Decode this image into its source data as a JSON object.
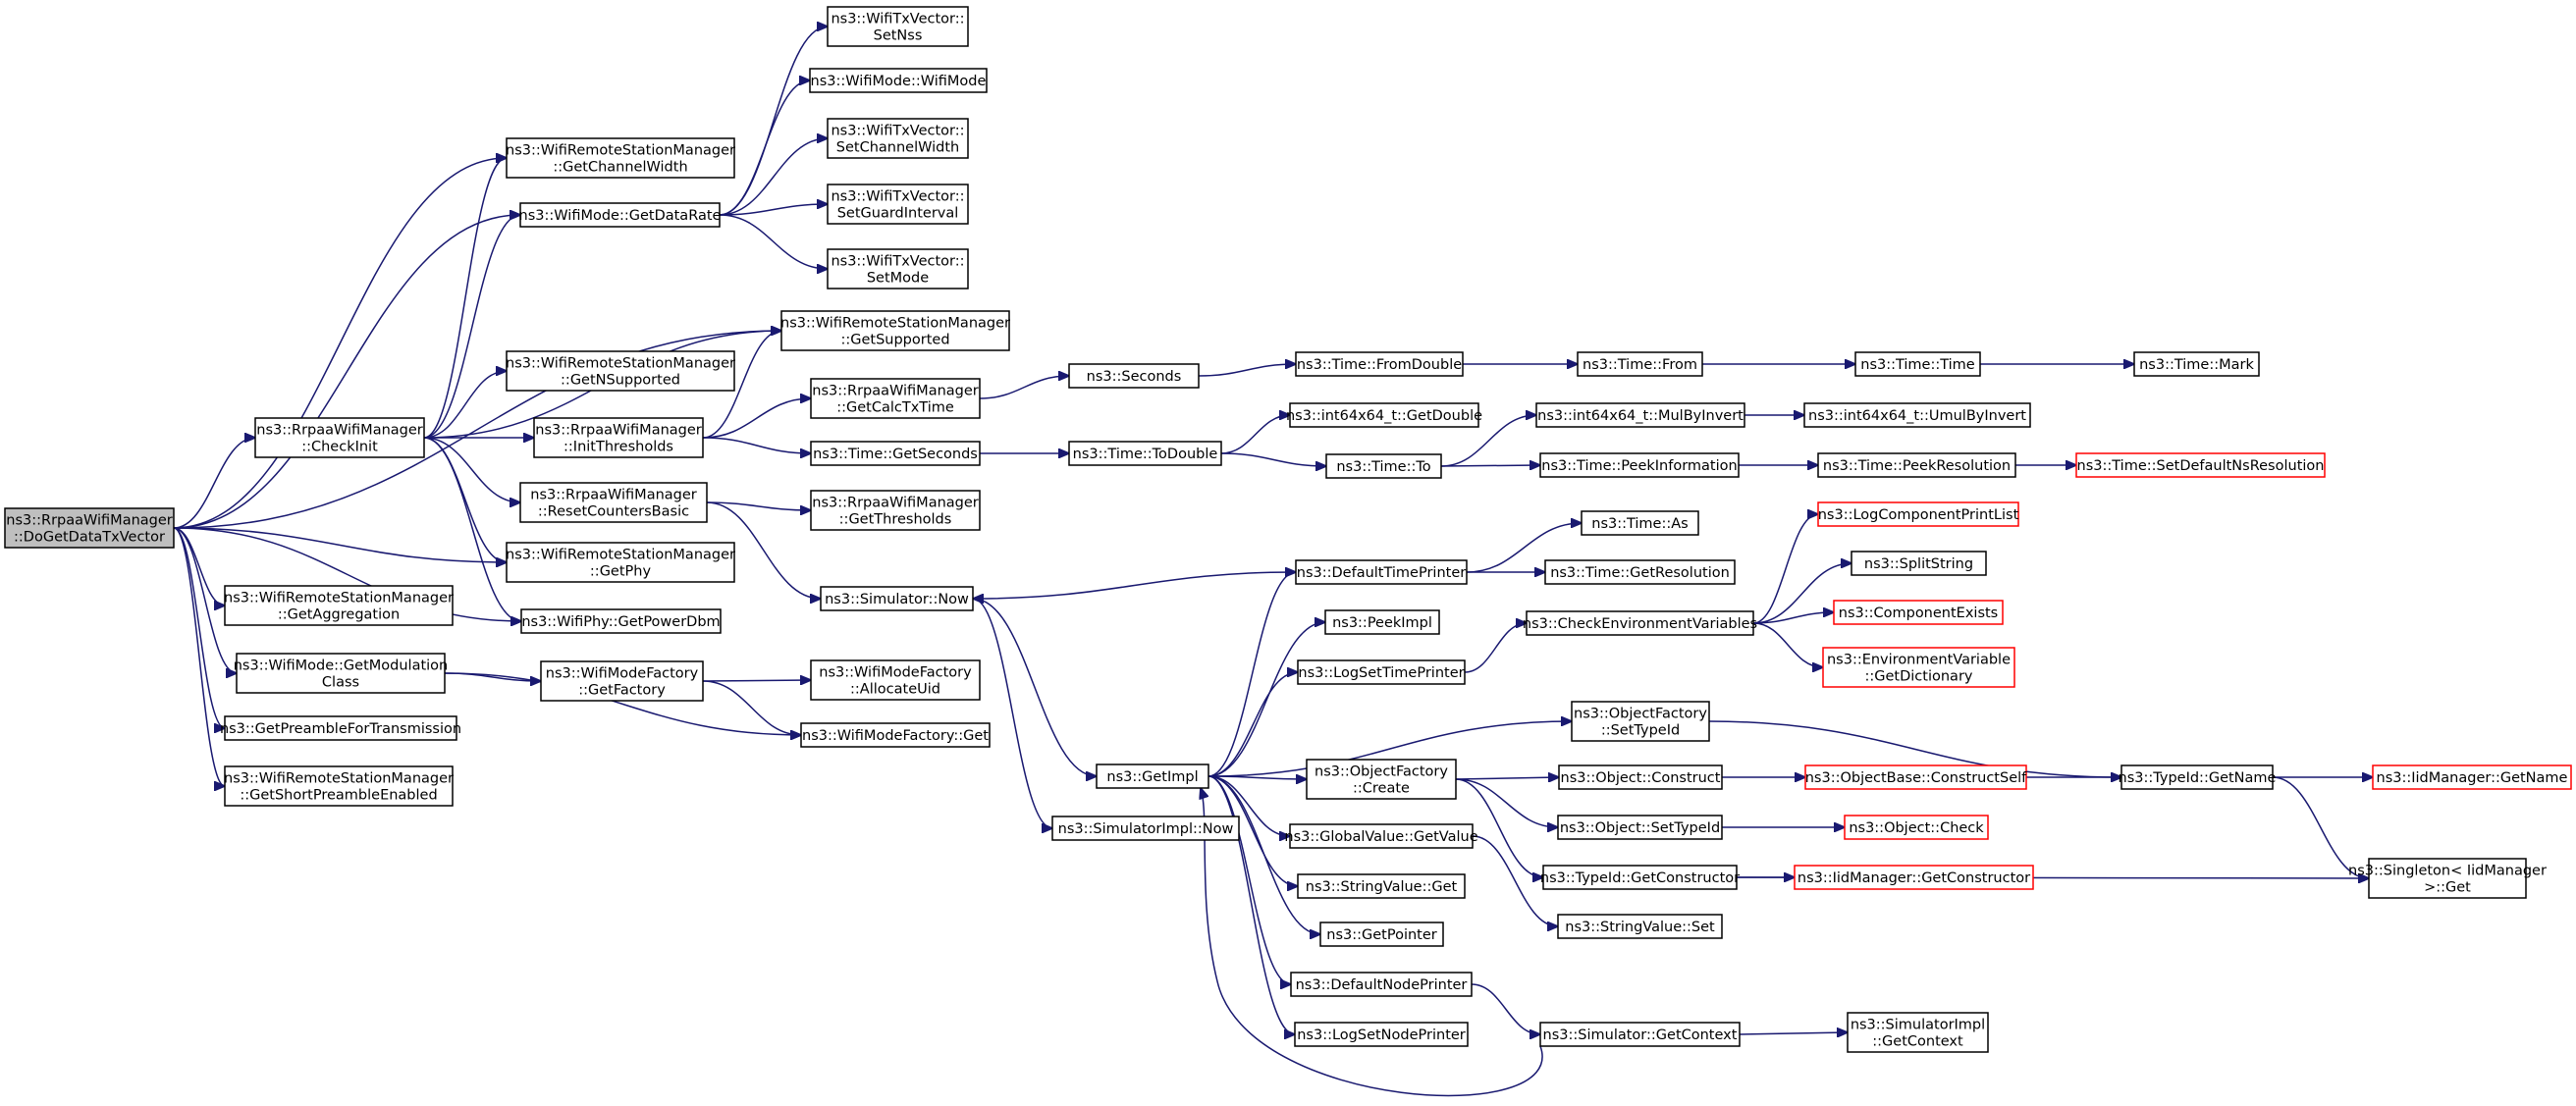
{
  "nodes": [
    {
      "id": "root",
      "lines": [
        "ns3::RrpaaWifiManager",
        "::DoGetDataTxVector"
      ],
      "style": "root"
    },
    {
      "id": "checkinit",
      "lines": [
        "ns3::RrpaaWifiManager",
        "::CheckInit"
      ],
      "style": "normal"
    },
    {
      "id": "getchannelwidth",
      "lines": [
        "ns3::WifiRemoteStationManager",
        "::GetChannelWidth"
      ],
      "style": "normal"
    },
    {
      "id": "getdatarate",
      "lines": [
        "ns3::WifiMode::GetDataRate"
      ],
      "style": "normal"
    },
    {
      "id": "setnss",
      "lines": [
        "ns3::WifiTxVector::",
        "SetNss"
      ],
      "style": "normal"
    },
    {
      "id": "wifimode",
      "lines": [
        "ns3::WifiMode::WifiMode"
      ],
      "style": "normal"
    },
    {
      "id": "setchannelwidth",
      "lines": [
        "ns3::WifiTxVector::",
        "SetChannelWidth"
      ],
      "style": "normal"
    },
    {
      "id": "setguardinterval",
      "lines": [
        "ns3::WifiTxVector::",
        "SetGuardInterval"
      ],
      "style": "normal"
    },
    {
      "id": "setmode",
      "lines": [
        "ns3::WifiTxVector::",
        "SetMode"
      ],
      "style": "normal"
    },
    {
      "id": "getsupported",
      "lines": [
        "ns3::WifiRemoteStationManager",
        "::GetSupported"
      ],
      "style": "normal"
    },
    {
      "id": "getnsupported",
      "lines": [
        "ns3::WifiRemoteStationManager",
        "::GetNSupported"
      ],
      "style": "normal"
    },
    {
      "id": "initthresholds",
      "lines": [
        "ns3::RrpaaWifiManager",
        "::InitThresholds"
      ],
      "style": "normal"
    },
    {
      "id": "getcalctxtime",
      "lines": [
        "ns3::RrpaaWifiManager",
        "::GetCalcTxTime"
      ],
      "style": "normal"
    },
    {
      "id": "timegetseconds",
      "lines": [
        "ns3::Time::GetSeconds"
      ],
      "style": "normal"
    },
    {
      "id": "resetcountersbasic",
      "lines": [
        "ns3::RrpaaWifiManager",
        "::ResetCountersBasic"
      ],
      "style": "normal"
    },
    {
      "id": "getthresholds",
      "lines": [
        "ns3::RrpaaWifiManager",
        "::GetThresholds"
      ],
      "style": "normal"
    },
    {
      "id": "getphy",
      "lines": [
        "ns3::WifiRemoteStationManager",
        "::GetPhy"
      ],
      "style": "normal"
    },
    {
      "id": "getaggregation",
      "lines": [
        "ns3::WifiRemoteStationManager",
        "::GetAggregation"
      ],
      "style": "normal"
    },
    {
      "id": "getpowerdbm",
      "lines": [
        "ns3::WifiPhy::GetPowerDbm"
      ],
      "style": "normal"
    },
    {
      "id": "getmodulationclass",
      "lines": [
        "ns3::WifiMode::GetModulation",
        "Class"
      ],
      "style": "normal"
    },
    {
      "id": "getfactory",
      "lines": [
        "ns3::WifiModeFactory",
        "::GetFactory"
      ],
      "style": "normal"
    },
    {
      "id": "allocateuid",
      "lines": [
        "ns3::WifiModeFactory",
        "::AllocateUid"
      ],
      "style": "normal"
    },
    {
      "id": "wifimodefactoryget",
      "lines": [
        "ns3::WifiModeFactory::Get"
      ],
      "style": "normal"
    },
    {
      "id": "getpreamble",
      "lines": [
        "ns3::GetPreambleForTransmission"
      ],
      "style": "normal"
    },
    {
      "id": "getshortpreamble",
      "lines": [
        "ns3::WifiRemoteStationManager",
        "::GetShortPreambleEnabled"
      ],
      "style": "normal"
    },
    {
      "id": "seconds",
      "lines": [
        "ns3::Seconds"
      ],
      "style": "normal"
    },
    {
      "id": "fromdouble",
      "lines": [
        "ns3::Time::FromDouble"
      ],
      "style": "normal"
    },
    {
      "id": "timefrom",
      "lines": [
        "ns3::Time::From"
      ],
      "style": "normal"
    },
    {
      "id": "timetime",
      "lines": [
        "ns3::Time::Time"
      ],
      "style": "normal"
    },
    {
      "id": "timemark",
      "lines": [
        "ns3::Time::Mark"
      ],
      "style": "normal"
    },
    {
      "id": "todouble",
      "lines": [
        "ns3::Time::ToDouble"
      ],
      "style": "normal"
    },
    {
      "id": "int64getdouble",
      "lines": [
        "ns3::int64x64_t::GetDouble"
      ],
      "style": "normal"
    },
    {
      "id": "timeto",
      "lines": [
        "ns3::Time::To"
      ],
      "style": "normal"
    },
    {
      "id": "mulbyinvert",
      "lines": [
        "ns3::int64x64_t::MulByInvert"
      ],
      "style": "normal"
    },
    {
      "id": "umulbyinvert",
      "lines": [
        "ns3::int64x64_t::UmulByInvert"
      ],
      "style": "normal"
    },
    {
      "id": "peekinformation",
      "lines": [
        "ns3::Time::PeekInformation"
      ],
      "style": "normal"
    },
    {
      "id": "peekresolution",
      "lines": [
        "ns3::Time::PeekResolution"
      ],
      "style": "normal"
    },
    {
      "id": "setdefaultnsresolution",
      "lines": [
        "ns3::Time::SetDefaultNsResolution"
      ],
      "style": "red"
    },
    {
      "id": "simulatornow",
      "lines": [
        "ns3::Simulator::Now"
      ],
      "style": "normal"
    },
    {
      "id": "getimpl",
      "lines": [
        "ns3::GetImpl"
      ],
      "style": "normal"
    },
    {
      "id": "simulatorimplnow",
      "lines": [
        "ns3::SimulatorImpl::Now"
      ],
      "style": "normal"
    },
    {
      "id": "defaulttimeprinter",
      "lines": [
        "ns3::DefaultTimePrinter"
      ],
      "style": "normal"
    },
    {
      "id": "timeas",
      "lines": [
        "ns3::Time::As"
      ],
      "style": "normal"
    },
    {
      "id": "timegetresolution",
      "lines": [
        "ns3::Time::GetResolution"
      ],
      "style": "normal"
    },
    {
      "id": "peekimpl",
      "lines": [
        "ns3::PeekImpl"
      ],
      "style": "normal"
    },
    {
      "id": "logsettimeprinter",
      "lines": [
        "ns3::LogSetTimePrinter"
      ],
      "style": "normal"
    },
    {
      "id": "checkenvvars",
      "lines": [
        "ns3::CheckEnvironmentVariables"
      ],
      "style": "normal"
    },
    {
      "id": "logcomponentprintlist",
      "lines": [
        "ns3::LogComponentPrintList"
      ],
      "style": "red"
    },
    {
      "id": "splitstring",
      "lines": [
        "ns3::SplitString"
      ],
      "style": "normal"
    },
    {
      "id": "componentexists",
      "lines": [
        "ns3::ComponentExists"
      ],
      "style": "red"
    },
    {
      "id": "envvargetdict",
      "lines": [
        "ns3::EnvironmentVariable",
        "::GetDictionary"
      ],
      "style": "red"
    },
    {
      "id": "objfactorysettypeid",
      "lines": [
        "ns3::ObjectFactory",
        "::SetTypeId"
      ],
      "style": "normal"
    },
    {
      "id": "objfactorycreate",
      "lines": [
        "ns3::ObjectFactory",
        "::Create"
      ],
      "style": "normal"
    },
    {
      "id": "objectconstruct",
      "lines": [
        "ns3::Object::Construct"
      ],
      "style": "normal"
    },
    {
      "id": "constructself",
      "lines": [
        "ns3::ObjectBase::ConstructSelf"
      ],
      "style": "red"
    },
    {
      "id": "typeidgetname",
      "lines": [
        "ns3::TypeId::GetName"
      ],
      "style": "normal"
    },
    {
      "id": "iidmanagergetname",
      "lines": [
        "ns3::IidManager::GetName"
      ],
      "style": "red"
    },
    {
      "id": "objectsettypeid",
      "lines": [
        "ns3::Object::SetTypeId"
      ],
      "style": "normal"
    },
    {
      "id": "objectcheck",
      "lines": [
        "ns3::Object::Check"
      ],
      "style": "red"
    },
    {
      "id": "globalvaluegetvalue",
      "lines": [
        "ns3::GlobalValue::GetValue"
      ],
      "style": "normal"
    },
    {
      "id": "typeidgetconstructor",
      "lines": [
        "ns3::TypeId::GetConstructor"
      ],
      "style": "normal"
    },
    {
      "id": "iidmanagergetconstructor",
      "lines": [
        "ns3::IidManager::GetConstructor"
      ],
      "style": "red"
    },
    {
      "id": "singletonget",
      "lines": [
        "ns3::Singleton< IidManager",
        " >::Get"
      ],
      "style": "normal"
    },
    {
      "id": "stringvalueget",
      "lines": [
        "ns3::StringValue::Get"
      ],
      "style": "normal"
    },
    {
      "id": "stringvalueset",
      "lines": [
        "ns3::StringValue::Set"
      ],
      "style": "normal"
    },
    {
      "id": "getpointer",
      "lines": [
        "ns3::GetPointer"
      ],
      "style": "normal"
    },
    {
      "id": "defaultnodeprinter",
      "lines": [
        "ns3::DefaultNodePrinter"
      ],
      "style": "normal"
    },
    {
      "id": "logsetnodeprinter",
      "lines": [
        "ns3::LogSetNodePrinter"
      ],
      "style": "normal"
    },
    {
      "id": "simulatorgetcontext",
      "lines": [
        "ns3::Simulator::GetContext"
      ],
      "style": "normal"
    },
    {
      "id": "simulatorimplgetcontext",
      "lines": [
        "ns3::SimulatorImpl",
        "::GetContext"
      ],
      "style": "normal"
    }
  ],
  "edges": [
    [
      "root",
      "getchannelwidth"
    ],
    [
      "root",
      "getdatarate"
    ],
    [
      "root",
      "getsupported"
    ],
    [
      "root",
      "checkinit"
    ],
    [
      "root",
      "getphy"
    ],
    [
      "root",
      "getpowerdbm"
    ],
    [
      "root",
      "getaggregation"
    ],
    [
      "root",
      "getmodulationclass"
    ],
    [
      "root",
      "getpreamble"
    ],
    [
      "root",
      "getshortpreamble"
    ],
    [
      "checkinit",
      "getchannelwidth"
    ],
    [
      "checkinit",
      "getdatarate"
    ],
    [
      "checkinit",
      "getsupported"
    ],
    [
      "checkinit",
      "getnsupported"
    ],
    [
      "checkinit",
      "initthresholds"
    ],
    [
      "checkinit",
      "resetcountersbasic"
    ],
    [
      "checkinit",
      "getphy"
    ],
    [
      "checkinit",
      "getpowerdbm"
    ],
    [
      "getdatarate",
      "setnss"
    ],
    [
      "getdatarate",
      "wifimode"
    ],
    [
      "getdatarate",
      "setchannelwidth"
    ],
    [
      "getdatarate",
      "setguardinterval"
    ],
    [
      "getdatarate",
      "setmode"
    ],
    [
      "initthresholds",
      "getsupported"
    ],
    [
      "initthresholds",
      "getcalctxtime"
    ],
    [
      "initthresholds",
      "timegetseconds"
    ],
    [
      "resetcountersbasic",
      "getthresholds"
    ],
    [
      "resetcountersbasic",
      "simulatornow"
    ],
    [
      "getcalctxtime",
      "seconds"
    ],
    [
      "seconds",
      "fromdouble"
    ],
    [
      "fromdouble",
      "timefrom"
    ],
    [
      "timefrom",
      "timetime"
    ],
    [
      "timetime",
      "timemark"
    ],
    [
      "timegetseconds",
      "todouble"
    ],
    [
      "todouble",
      "int64getdouble"
    ],
    [
      "todouble",
      "timeto"
    ],
    [
      "timeto",
      "mulbyinvert"
    ],
    [
      "timeto",
      "peekinformation"
    ],
    [
      "mulbyinvert",
      "umulbyinvert"
    ],
    [
      "peekinformation",
      "peekresolution"
    ],
    [
      "peekresolution",
      "setdefaultnsresolution"
    ],
    [
      "getmodulationclass",
      "getfactory"
    ],
    [
      "getmodulationclass",
      "wifimodefactoryget"
    ],
    [
      "getfactory",
      "allocateuid"
    ],
    [
      "getfactory",
      "wifimodefactoryget"
    ],
    [
      "simulatornow",
      "getimpl"
    ],
    [
      "simulatornow",
      "simulatorimplnow"
    ],
    [
      "getimpl",
      "defaulttimeprinter"
    ],
    [
      "getimpl",
      "peekimpl"
    ],
    [
      "getimpl",
      "logsettimeprinter"
    ],
    [
      "getimpl",
      "objfactorysettypeid"
    ],
    [
      "getimpl",
      "objfactorycreate"
    ],
    [
      "getimpl",
      "globalvaluegetvalue"
    ],
    [
      "getimpl",
      "stringvalueget"
    ],
    [
      "getimpl",
      "getpointer"
    ],
    [
      "getimpl",
      "defaultnodeprinter"
    ],
    [
      "getimpl",
      "logsetnodeprinter"
    ],
    [
      "defaulttimeprinter",
      "simulatornow"
    ],
    [
      "defaulttimeprinter",
      "timeas"
    ],
    [
      "defaulttimeprinter",
      "timegetresolution"
    ],
    [
      "logsettimeprinter",
      "checkenvvars"
    ],
    [
      "checkenvvars",
      "logcomponentprintlist"
    ],
    [
      "checkenvvars",
      "splitstring"
    ],
    [
      "checkenvvars",
      "componentexists"
    ],
    [
      "checkenvvars",
      "envvargetdict"
    ],
    [
      "objfactorysettypeid",
      "typeidgetname"
    ],
    [
      "objfactorycreate",
      "objectconstruct"
    ],
    [
      "objfactorycreate",
      "objectsettypeid"
    ],
    [
      "objfactorycreate",
      "typeidgetconstructor"
    ],
    [
      "objectconstruct",
      "constructself"
    ],
    [
      "constructself",
      "typeidgetname"
    ],
    [
      "typeidgetname",
      "iidmanagergetname"
    ],
    [
      "typeidgetname",
      "singletonget"
    ],
    [
      "objectsettypeid",
      "objectcheck"
    ],
    [
      "typeidgetconstructor",
      "iidmanagergetconstructor"
    ],
    [
      "typeidgetconstructor",
      "singletonget"
    ],
    [
      "globalvaluegetvalue",
      "stringvalueset"
    ],
    [
      "defaultnodeprinter",
      "simulatorgetcontext"
    ],
    [
      "simulatorgetcontext",
      "simulatorimplgetcontext"
    ],
    [
      "simulatorgetcontext",
      "getimpl"
    ]
  ]
}
